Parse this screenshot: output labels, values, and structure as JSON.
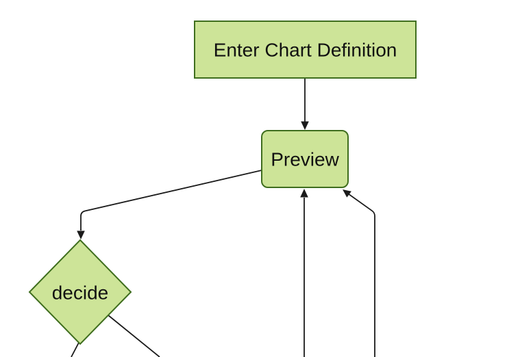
{
  "diagram": {
    "kind": "flowchart",
    "direction": "top-down",
    "nodes": {
      "enter_chart_definition": {
        "label": "Enter Chart Definition",
        "shape": "rectangle"
      },
      "preview": {
        "label": "Preview",
        "shape": "rounded-rectangle"
      },
      "decide": {
        "label": "decide",
        "shape": "diamond"
      }
    },
    "edges": [
      {
        "from": "Enter Chart Definition",
        "to": "Preview",
        "arrow": "arrowhead"
      },
      {
        "from": "Preview",
        "to": "decide",
        "arrow": "arrowhead"
      },
      {
        "from": "offscreen-bottom",
        "to": "Preview",
        "arrow": "arrowhead"
      },
      {
        "from": "offscreen-bottom-right",
        "to": "Preview",
        "arrow": "arrowhead"
      },
      {
        "from": "decide",
        "to": "offscreen-bottom-left",
        "arrow": "none-visible"
      },
      {
        "from": "decide",
        "to": "offscreen-bottom-right",
        "arrow": "none-visible"
      }
    ]
  },
  "theme": {
    "background": "#ffffff",
    "node_fill": "#cde498",
    "node_border": "#3f6e1e",
    "edge_color": "#1a1a1a",
    "label_color": "#111111"
  }
}
